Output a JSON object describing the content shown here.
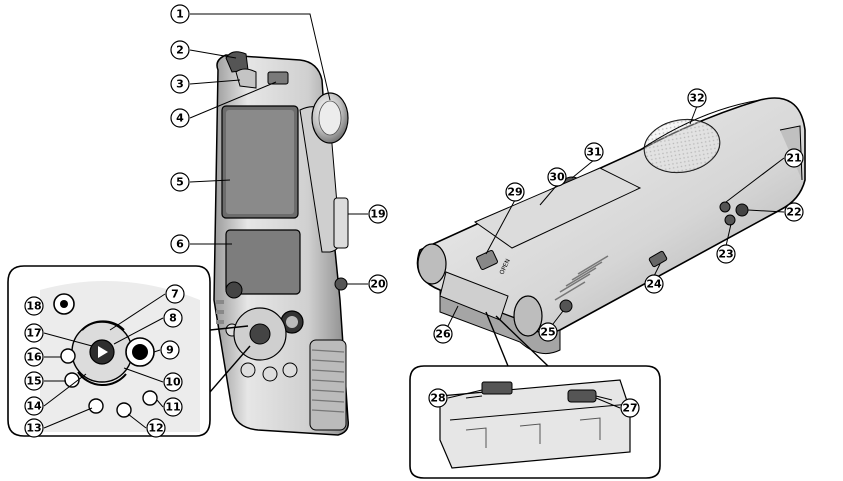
{
  "diagram": {
    "callouts": [
      {
        "id": "c1",
        "number": "1"
      },
      {
        "id": "c2",
        "number": "2"
      },
      {
        "id": "c3",
        "number": "3"
      },
      {
        "id": "c4",
        "number": "4"
      },
      {
        "id": "c5",
        "number": "5"
      },
      {
        "id": "c6",
        "number": "6"
      },
      {
        "id": "c7",
        "number": "7"
      },
      {
        "id": "c8",
        "number": "8"
      },
      {
        "id": "c9",
        "number": "9"
      },
      {
        "id": "c10",
        "number": "10"
      },
      {
        "id": "c11",
        "number": "11"
      },
      {
        "id": "c12",
        "number": "12"
      },
      {
        "id": "c13",
        "number": "13"
      },
      {
        "id": "c14",
        "number": "14"
      },
      {
        "id": "c15",
        "number": "15"
      },
      {
        "id": "c16",
        "number": "16"
      },
      {
        "id": "c17",
        "number": "17"
      },
      {
        "id": "c18",
        "number": "18"
      },
      {
        "id": "c19",
        "number": "19"
      },
      {
        "id": "c20",
        "number": "20"
      },
      {
        "id": "c21",
        "number": "21"
      },
      {
        "id": "c22",
        "number": "22"
      },
      {
        "id": "c23",
        "number": "23"
      },
      {
        "id": "c24",
        "number": "24"
      },
      {
        "id": "c25",
        "number": "25"
      },
      {
        "id": "c26",
        "number": "26"
      },
      {
        "id": "c27",
        "number": "27"
      },
      {
        "id": "c28",
        "number": "28"
      },
      {
        "id": "c29",
        "number": "29"
      },
      {
        "id": "c30",
        "number": "30"
      },
      {
        "id": "c31",
        "number": "31"
      },
      {
        "id": "c32",
        "number": "32"
      }
    ],
    "switch_label": "OPEN",
    "colors": {
      "line": "#000000",
      "body": "#d9d9d9",
      "dark": "#3a3a3a",
      "mid": "#8a8a8a",
      "light": "#efefef"
    }
  }
}
